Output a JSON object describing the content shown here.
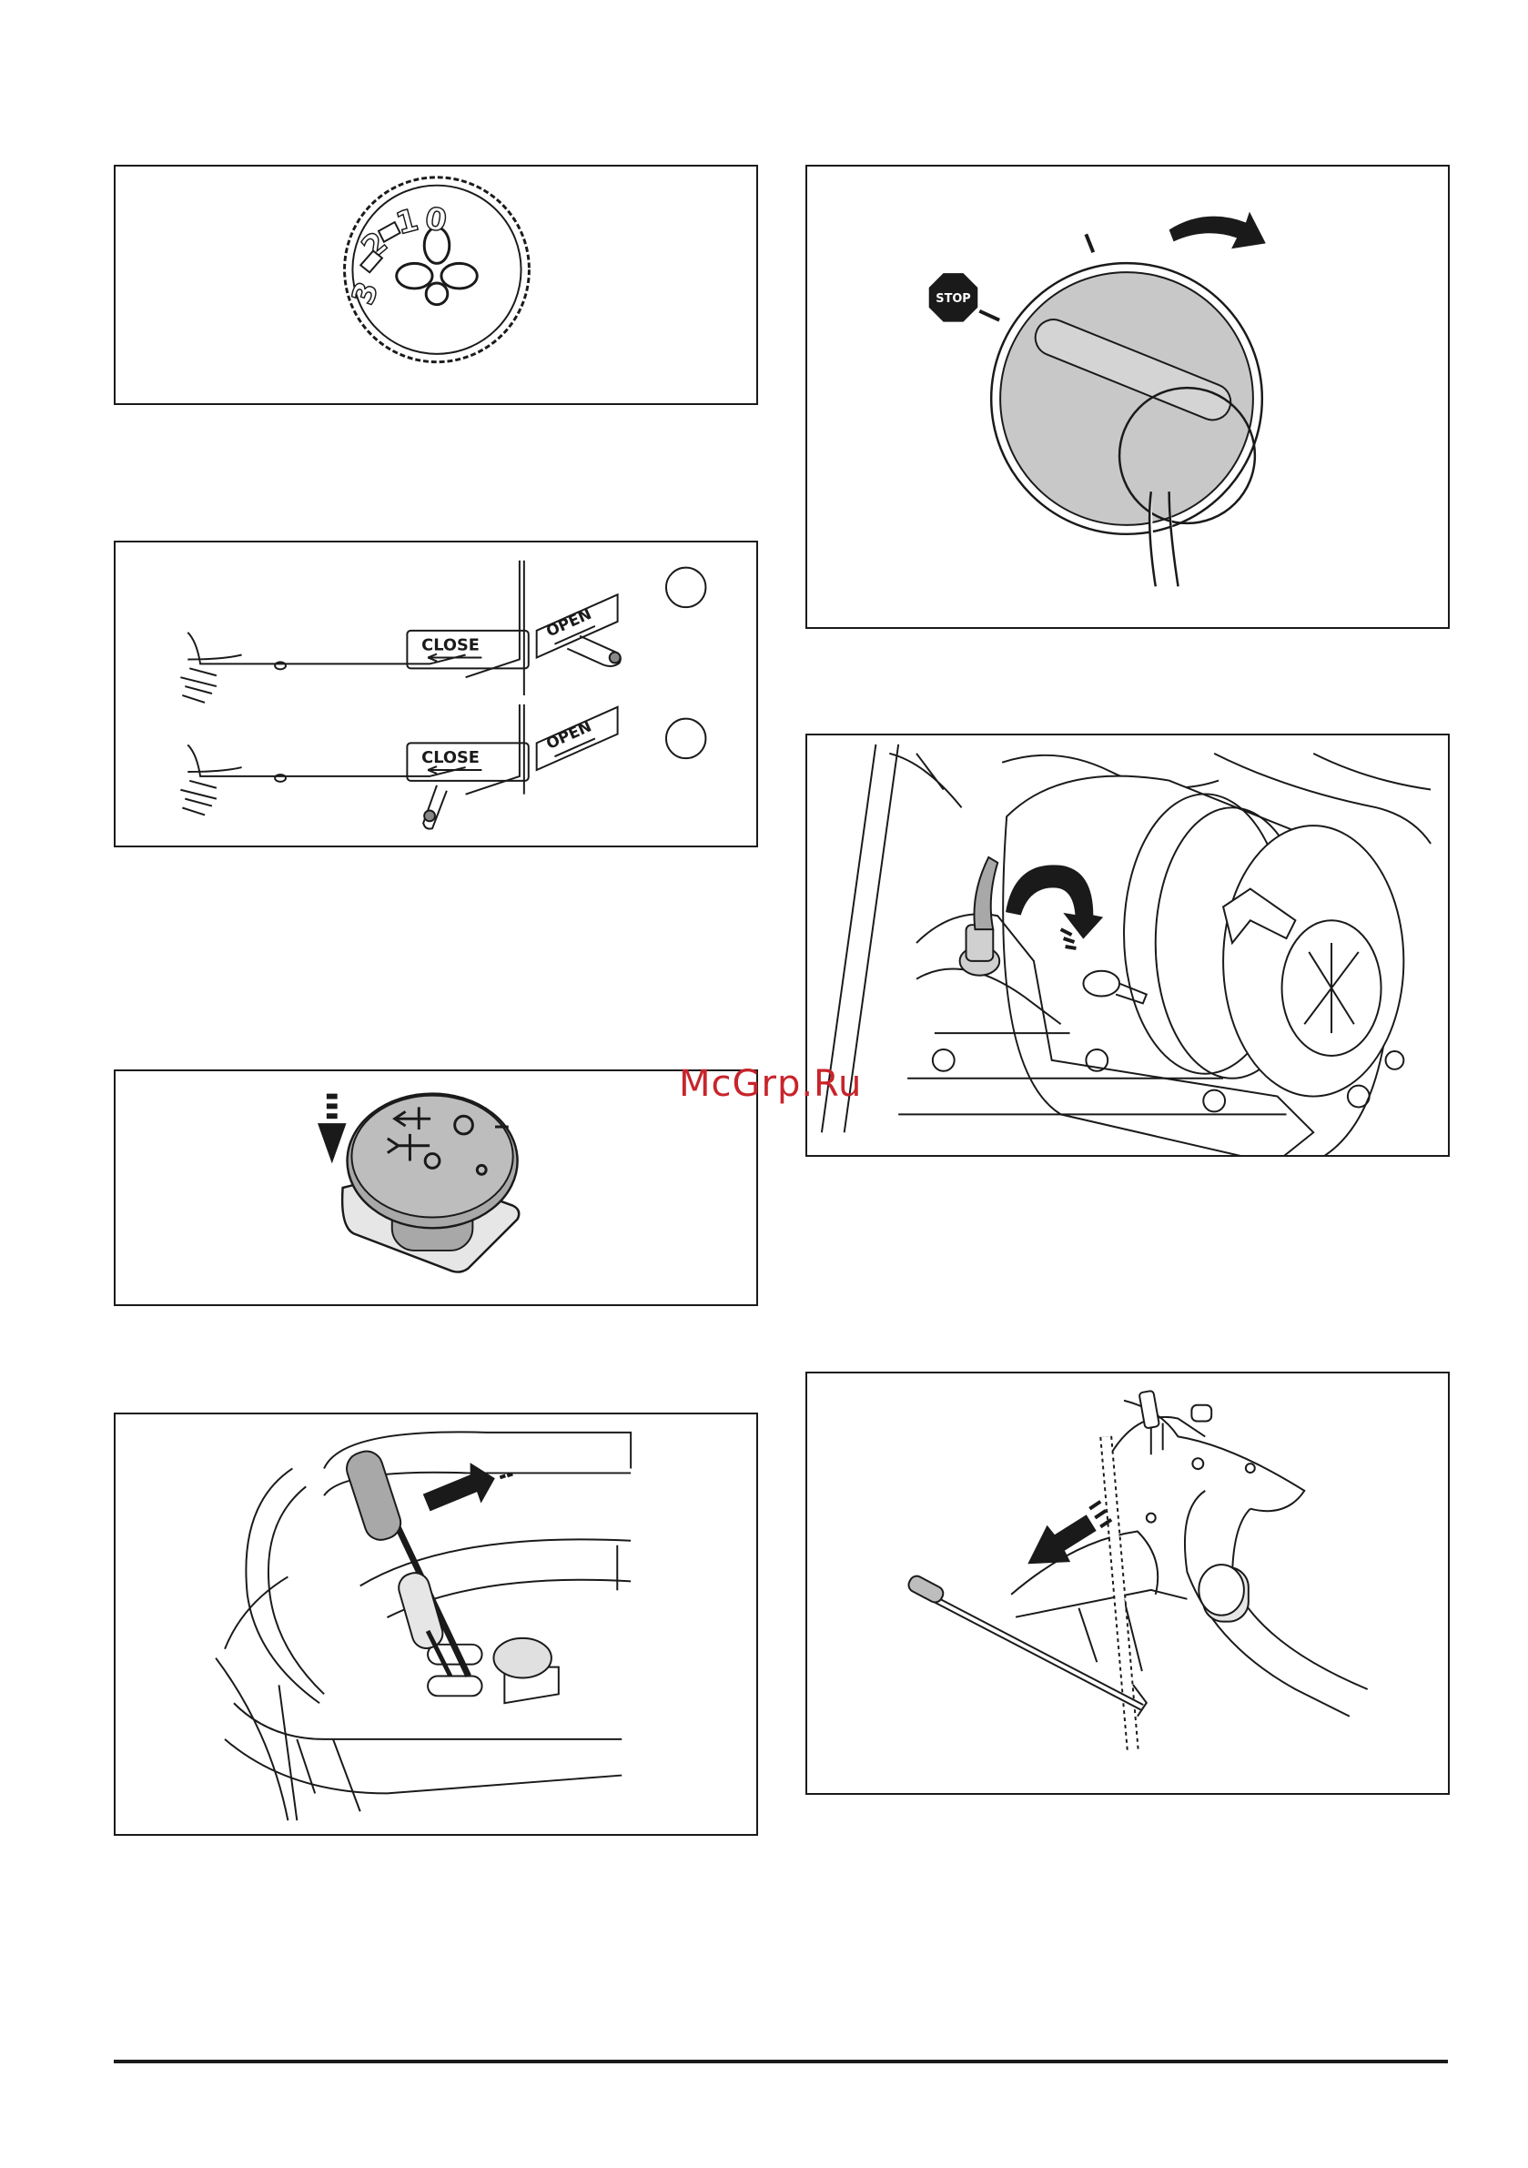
{
  "watermark": "McGrp.Ru",
  "figures": {
    "fan_dial": {
      "numbers": [
        "0",
        "1",
        "2",
        "3"
      ]
    },
    "vent_panel": {
      "close_label": "CLOSE",
      "open_label": "OPEN"
    },
    "ignition": {
      "stop_label": "STOP"
    }
  }
}
